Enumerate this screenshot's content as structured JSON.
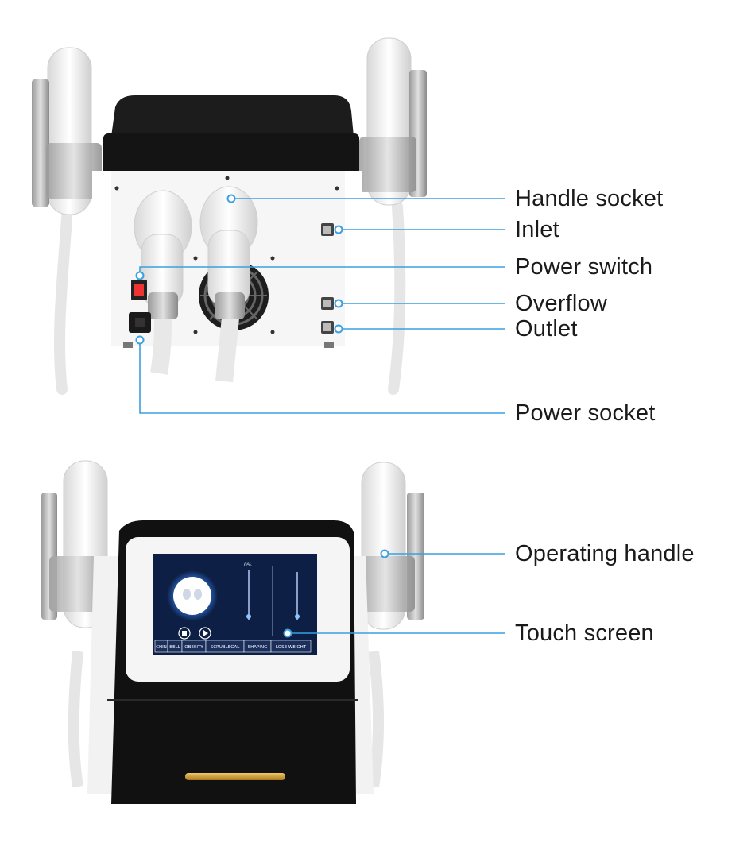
{
  "callouts": {
    "handle_socket": "Handle socket",
    "inlet": "Inlet",
    "power_switch": "Power switch",
    "overflow": "Overflow",
    "outlet": "Outlet",
    "power_socket": "Power socket",
    "operating_handle": "Operating handle",
    "touch_screen": "Touch screen"
  },
  "screen": {
    "tabs": [
      "CHIN",
      "BELL",
      "OBESITY",
      "SCRUBLEGAL",
      "SHAPING",
      "LOSE WEIGHT"
    ],
    "percent": "0%"
  },
  "colors": {
    "leader_line": "#3aa0e0",
    "device_black": "#111111",
    "device_white": "#f4f4f4",
    "screen_blue": "#0d1f44",
    "accent_gold": "#c99b2a"
  }
}
